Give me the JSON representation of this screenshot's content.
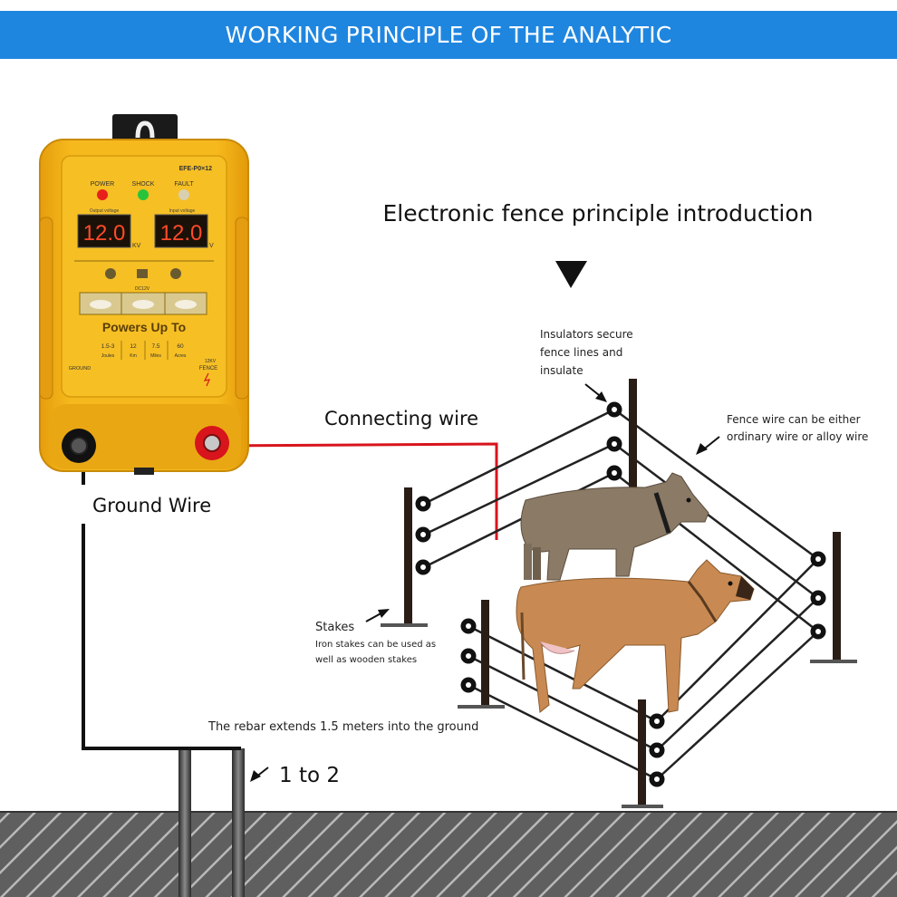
{
  "banner": {
    "title": "WORKING PRINCIPLE OF THE ANALYTIC"
  },
  "diagram": {
    "heading": "Electronic fence principle introduction",
    "labels": {
      "connecting_wire": "Connecting wire",
      "ground_wire": "Ground Wire",
      "insulators": [
        "Insulators secure",
        "fence lines and",
        "insulate"
      ],
      "fence_wire": [
        "Fence wire can be either",
        "ordinary wire or alloy wire"
      ],
      "stakes_title": "Stakes",
      "stakes_note": [
        "Iron stakes can be used as",
        "well as wooden stakes"
      ],
      "rebar": "The rebar extends 1.5 meters into the ground",
      "ratio": "1 to 2"
    }
  },
  "device": {
    "model": "EFE-P0×12",
    "indicators": [
      "POWER",
      "SHOCK",
      "FAULT"
    ],
    "display_labels": [
      "Output voltage",
      "Input voltage"
    ],
    "display_values": [
      "12.0",
      "12.0"
    ],
    "display_units": [
      "KV",
      "V"
    ],
    "dc_label": "DC12V",
    "powers_up_to": "Powers Up To",
    "specs": [
      {
        "value": "1.5-3",
        "unit": "Joules"
      },
      {
        "value": "12",
        "unit": "Km"
      },
      {
        "value": "7.5",
        "unit": "Miles"
      },
      {
        "value": "60",
        "unit": "Acres"
      }
    ],
    "terminal_labels": {
      "ground": "GROUND",
      "fence": "FENCE",
      "fence_voltage": "12KV"
    }
  },
  "colors": {
    "banner": "#1f86e0",
    "device_body": "#f3b318",
    "wire_live": "#d8141c",
    "wire_ground": "#111111",
    "led_power": "#e8201c",
    "led_shock": "#27c43b",
    "led_fault": "#d8d0b0",
    "display": "#ff4a2a"
  },
  "icons": [
    "triangle-down-arrow-icon",
    "pointer-arrow-icon",
    "hanger-tab-icon",
    "cow-illustration"
  ]
}
